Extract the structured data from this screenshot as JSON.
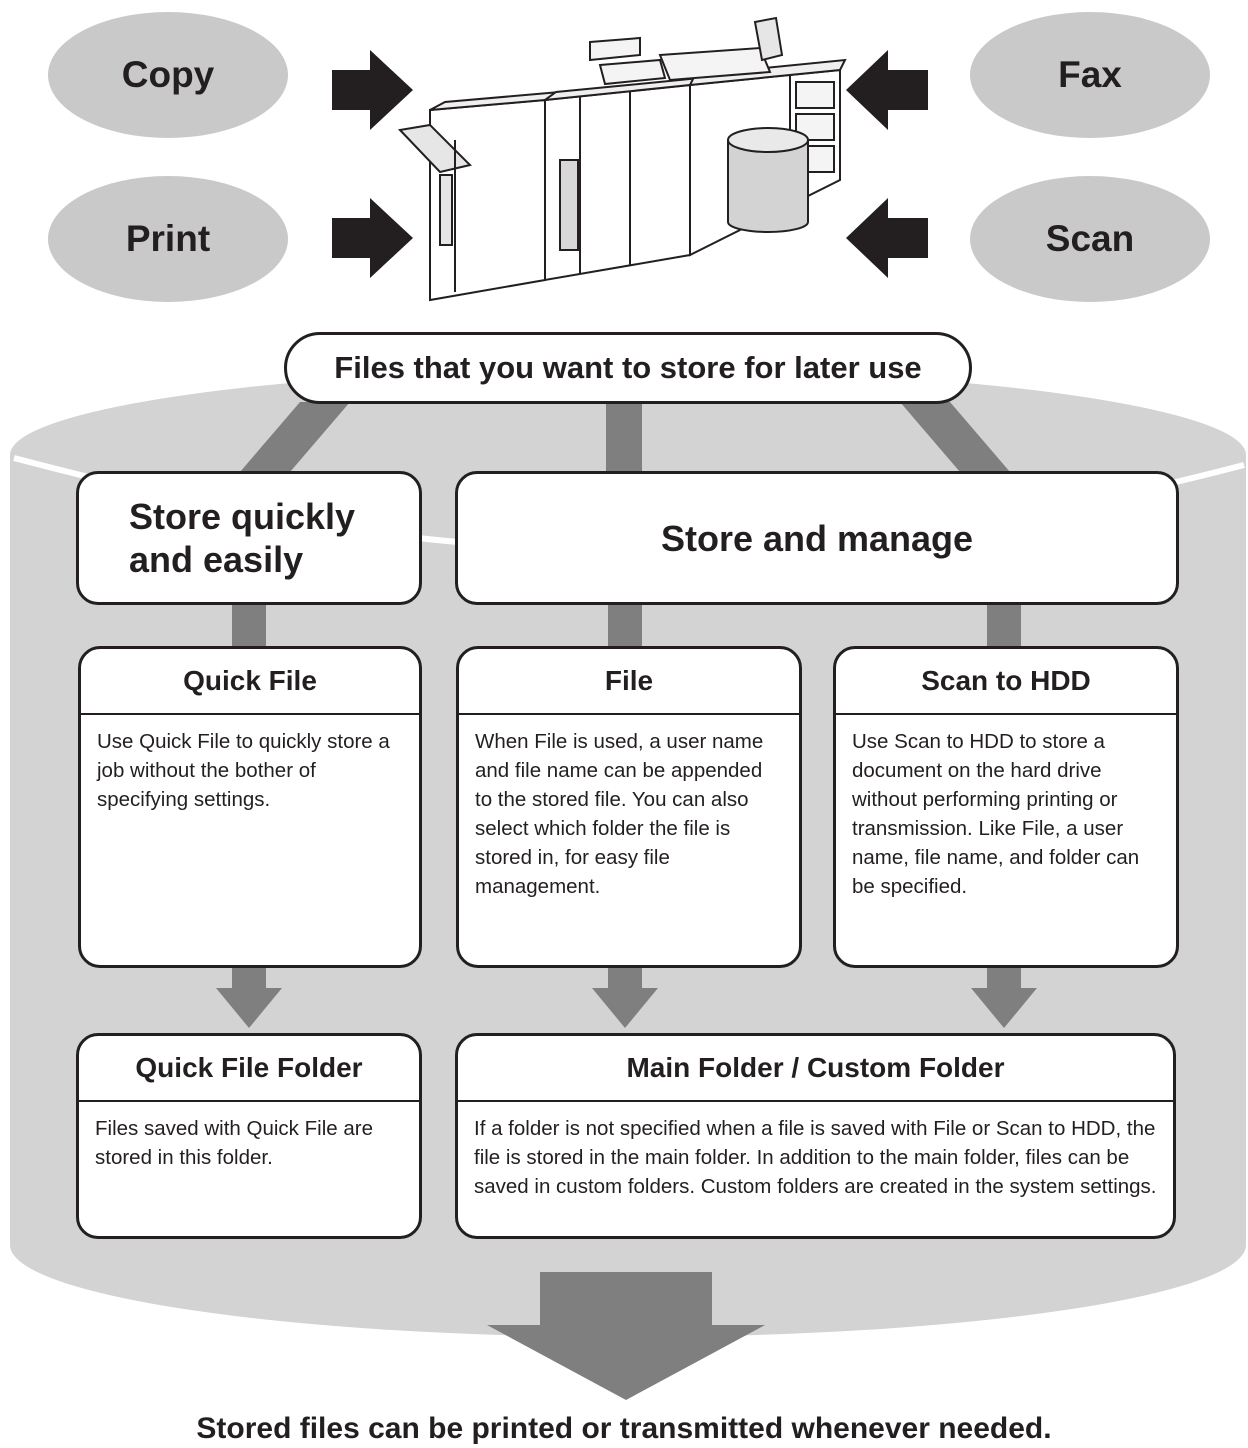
{
  "sources": {
    "copy": "Copy",
    "print": "Print",
    "fax": "Fax",
    "scan": "Scan"
  },
  "intro": "Files that you want to store for later use",
  "categories": {
    "quick": "Store quickly and easily",
    "manage": "Store and manage"
  },
  "methods": [
    {
      "title": "Quick File",
      "text": "Use Quick File to quickly store a job without the bother of specifying settings."
    },
    {
      "title": "File",
      "text": "When File is used, a user name and file name can be appended to the stored file. You can also select which folder the file is stored in, for easy file management."
    },
    {
      "title": "Scan to HDD",
      "text": "Use Scan to HDD to store a document on the hard drive without performing printing or transmission. Like File, a user name, file name, and folder can be specified."
    }
  ],
  "folders": [
    {
      "title": "Quick File Folder",
      "text": "Files saved with Quick File are stored in this folder."
    },
    {
      "title": "Main Folder / Custom Folder",
      "text": "If a folder is not specified when a file is saved with File or Scan to HDD, the file is stored in the main folder. In addition to the main folder, files can be saved in custom folders. Custom folders are created in the system settings."
    }
  ],
  "footer": "Stored files can be printed or transmitted whenever needed.",
  "colors": {
    "oval": "#c9c9c9",
    "cylinder": "#d3d3d3",
    "connector": "#7f7f7f",
    "border": "#231f20"
  }
}
